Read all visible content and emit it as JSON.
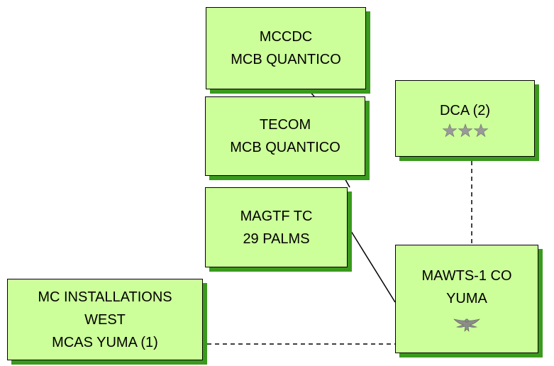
{
  "diagram": {
    "nodes": {
      "mccdc": {
        "lines": [
          "MCCDC",
          "MCB QUANTICO"
        ]
      },
      "tecom": {
        "lines": [
          "TECOM",
          "MCB QUANTICO"
        ]
      },
      "magtf": {
        "lines": [
          "MAGTF TC",
          "29 PALMS"
        ]
      },
      "dca": {
        "lines": [
          "DCA (2)"
        ],
        "insignia": "three-star-icon"
      },
      "mawts": {
        "lines": [
          "MAWTS-1 CO",
          "YUMA"
        ],
        "insignia": "eagle-insignia-icon"
      },
      "mciw": {
        "lines": [
          "MC INSTALLATIONS",
          "WEST",
          "MCAS YUMA (1)"
        ]
      }
    },
    "edges": [
      {
        "from": "mccdc",
        "to": "mawts",
        "style": "solid"
      },
      {
        "from": "dca",
        "to": "mawts",
        "style": "dashed"
      },
      {
        "from": "mciw",
        "to": "mawts",
        "style": "dashed"
      }
    ],
    "colors": {
      "box_fill": "#ccff99",
      "box_shadow": "#3a9a1e",
      "line": "#000000",
      "insignia": "#8c8c8c"
    }
  }
}
